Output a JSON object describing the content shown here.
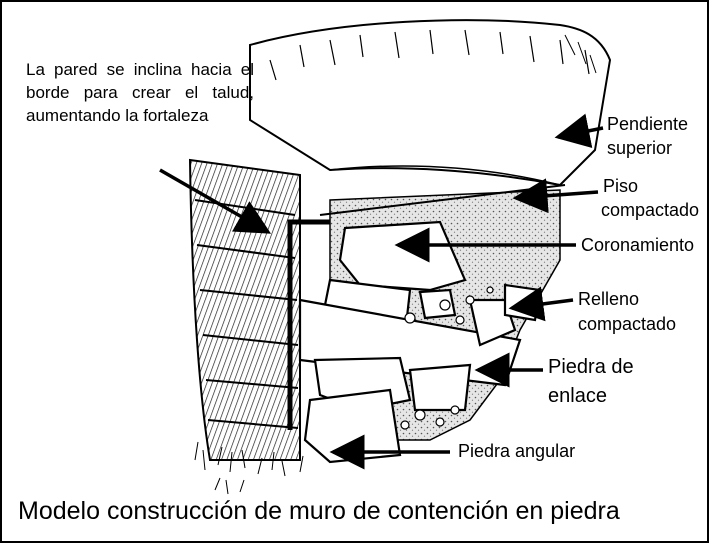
{
  "labels": {
    "wall_note": "La pared se inclina hacia el borde para crear el talud, aumentando la fortaleza",
    "pendiente_1": "Pendiente",
    "pendiente_2": "superior",
    "piso_1": "Piso",
    "piso_2": "compactado",
    "coronamiento": "Coronamiento",
    "relleno_1": "Relleno",
    "relleno_2": "compactado",
    "enlace_1": "Piedra de",
    "enlace_2": "enlace",
    "angular": "Piedra angular"
  },
  "caption": "Modelo construcción de muro de contención en piedra",
  "colors": {
    "ink": "#000000",
    "background": "#ffffff",
    "fill_stipple": "#d9d9d9"
  }
}
